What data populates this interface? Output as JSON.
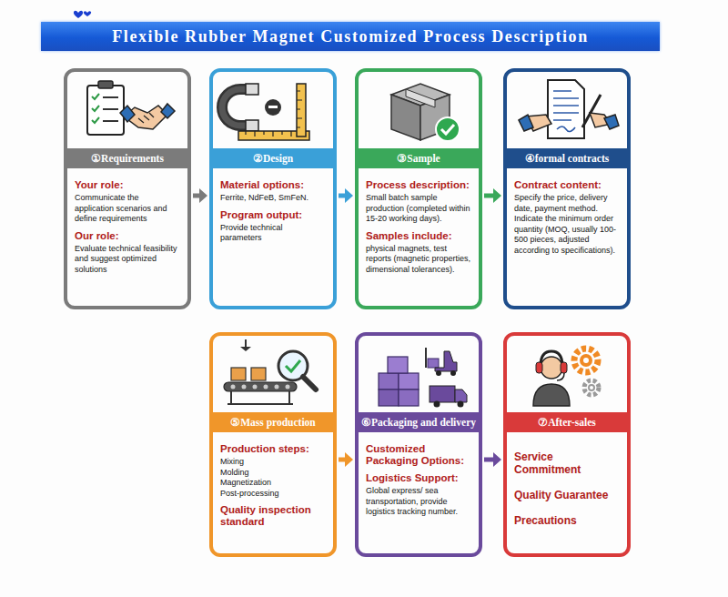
{
  "diagram": {
    "title": "Flexible Rubber Magnet Customized Process Description",
    "nodes": [
      {
        "text": [
          "①Requirements",
          "Your role:",
          "Communicate the application scenarios and define requirements",
          "Our role:",
          "Evaluate technical feasibility and suggest optimized solutions"
        ]
      },
      {
        "text": [
          "②Design",
          "Material options:",
          "Ferrite, NdFeB, SmFeN.",
          "Program output:",
          "Provide technical parameters"
        ]
      },
      {
        "text": [
          "③Sample",
          "Process description:",
          "Small batch sample production (completed within 15-20 working days).",
          "Samples include:",
          "physical magnets, test reports (magnetic properties, dimensional tolerances)."
        ]
      },
      {
        "text": [
          "④formal contracts",
          "Contract content:",
          "Specify the price, delivery date, payment method. Indicate the minimum order quantity (MOQ, usually 100-500 pieces, adjusted according to specifications)."
        ]
      },
      {
        "text": [
          "⑤Mass production",
          "Production steps:",
          "Mixing",
          "Molding",
          "Magnetization",
          "Post-processing",
          "Quality inspection standard"
        ]
      },
      {
        "text": [
          "⑥Packaging and delivery",
          "Customized Packaging Options:",
          "Logistics Support:",
          "Global express/ sea transportation, provide logistics tracking number."
        ]
      },
      {
        "text": [
          "⑦After-sales",
          "Service Commitment",
          "Quality Guarantee",
          "Precautions"
        ]
      }
    ],
    "edges": [
      {
        "from": 0,
        "to": 1,
        "arrow": "to"
      },
      {
        "from": 1,
        "to": 2,
        "arrow": "to"
      },
      {
        "from": 2,
        "to": 3,
        "arrow": "to"
      },
      {
        "from": 4,
        "to": 5,
        "arrow": "to"
      },
      {
        "from": 5,
        "to": 6,
        "arrow": "to"
      }
    ]
  }
}
